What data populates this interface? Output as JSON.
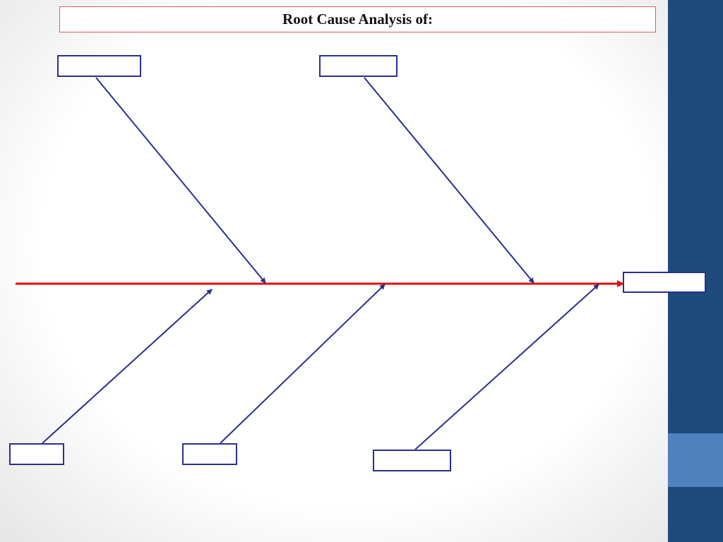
{
  "title": "Root Cause Analysis of:",
  "colors": {
    "spine": "#e01010",
    "bone": "#2b2f8f",
    "title_border": "#e05a5a",
    "sidebar": "#1f4a7c",
    "sidebar_accent": "#4f81bd"
  },
  "diagram": {
    "type": "fishbone",
    "effect_label": "",
    "categories": [
      {
        "id": "top-left",
        "label": ""
      },
      {
        "id": "top-middle",
        "label": ""
      },
      {
        "id": "bottom-left",
        "label": ""
      },
      {
        "id": "bottom-middle",
        "label": ""
      },
      {
        "id": "bottom-right",
        "label": ""
      }
    ]
  }
}
